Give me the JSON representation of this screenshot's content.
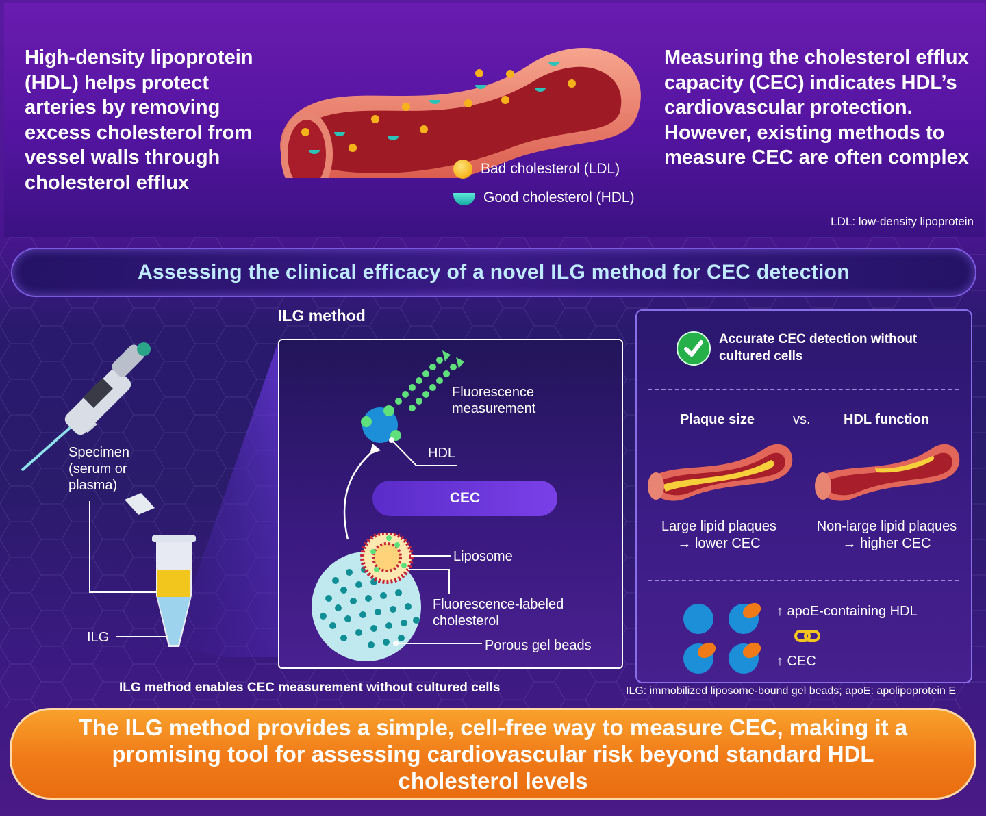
{
  "intro": {
    "left": "High-density lipoprotein (HDL) helps protect arteries by removing excess cholesterol from vessel walls through cholesterol efflux",
    "right": "Measuring the cholesterol efflux capacity (CEC) indicates HDL’s cardiovascular protection. However, existing methods to measure CEC are often complex"
  },
  "legend": {
    "ldl": "Bad cholesterol (LDL)",
    "hdl": "Good cholesterol (HDL)",
    "ldl_color": "#f6b21a",
    "hdl_color": "#13a7a4"
  },
  "abbrev_top": "LDL: low-density lipoprotein",
  "banner": "Assessing the clinical efficacy of a novel ILG method for CEC detection",
  "method": {
    "title": "ILG method",
    "specimen": [
      "Specimen",
      "(serum or",
      "plasma)"
    ],
    "ilg_label": "ILG",
    "fluorescence": [
      "Fluorescence",
      "measurement"
    ],
    "hdl": "HDL",
    "cec": "CEC",
    "liposome": "Liposome",
    "labeled": [
      "Fluorescence-labeled",
      "cholesterol"
    ],
    "beads": "Porous gel beads",
    "caption": "ILG method enables CEC measurement without cultured cells"
  },
  "results": {
    "accurate": "Accurate CEC detection without cultured cells",
    "plaque_size": "Plaque size",
    "vs": "vs.",
    "hdl_function": "HDL function",
    "large": [
      "Large lipid plaques",
      "→ lower CEC"
    ],
    "nonlarge": [
      "Non-large lipid plaques",
      "→ higher CEC"
    ],
    "apoe": "↑ apoE-containing HDL",
    "cec_up": "↑ CEC",
    "check_color": "#25b04a"
  },
  "abbrev_bottom": "ILG: immobilized liposome-bound gel beads; apoE: apolipoprotein E",
  "conclusion": "The ILG method provides a simple, cell-free way to measure CEC, making it a promising tool for assessing cardiovascular risk beyond standard HDL cholesterol levels",
  "colors": {
    "accent_orange": "#f07a18",
    "banner_text": "#bfeaff",
    "purple": "#5414a0"
  }
}
